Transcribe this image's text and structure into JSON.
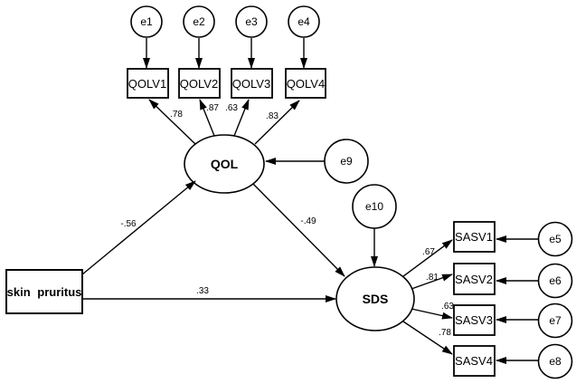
{
  "diagram": {
    "kind": "structural-equation-model-path-diagram",
    "colors": {
      "background": "#ffffff",
      "line": "#000000",
      "text": "#000000"
    },
    "nodes": {
      "e1": {
        "label": "e1",
        "shape": "circle",
        "role": "error"
      },
      "e2": {
        "label": "e2",
        "shape": "circle",
        "role": "error"
      },
      "e3": {
        "label": "e3",
        "shape": "circle",
        "role": "error"
      },
      "e4": {
        "label": "e4",
        "shape": "circle",
        "role": "error"
      },
      "e5": {
        "label": "e5",
        "shape": "circle",
        "role": "error"
      },
      "e6": {
        "label": "e6",
        "shape": "circle",
        "role": "error"
      },
      "e7": {
        "label": "e7",
        "shape": "circle",
        "role": "error"
      },
      "e8": {
        "label": "e8",
        "shape": "circle",
        "role": "error"
      },
      "e9": {
        "label": "e9",
        "shape": "circle",
        "role": "error"
      },
      "e10": {
        "label": "e10",
        "shape": "circle",
        "role": "error"
      },
      "qolv1": {
        "label": "QOLV1",
        "shape": "rect",
        "role": "indicator"
      },
      "qolv2": {
        "label": "QOLV2",
        "shape": "rect",
        "role": "indicator"
      },
      "qolv3": {
        "label": "QOLV3",
        "shape": "rect",
        "role": "indicator"
      },
      "qolv4": {
        "label": "QOLV4",
        "shape": "rect",
        "role": "indicator"
      },
      "sasv1": {
        "label": "SASV1",
        "shape": "rect",
        "role": "indicator"
      },
      "sasv2": {
        "label": "SASV2",
        "shape": "rect",
        "role": "indicator"
      },
      "sasv3": {
        "label": "SASV3",
        "shape": "rect",
        "role": "indicator"
      },
      "sasv4": {
        "label": "SASV4",
        "shape": "rect",
        "role": "indicator"
      },
      "qol": {
        "label": "QOL",
        "shape": "ellipse",
        "role": "latent"
      },
      "sds": {
        "label": "SDS",
        "shape": "ellipse",
        "role": "latent"
      },
      "skin_pruritus": {
        "label": "skin pruritus",
        "shape": "rect",
        "role": "observed-exogenous"
      }
    },
    "coefficients": {
      "qol_qolv1": ".78",
      "qol_qolv2": ".87",
      "qol_qolv3": ".63",
      "qol_qolv4": ".83",
      "pruritus_qol": "-.56",
      "pruritus_sds": ".33",
      "qol_sds": "-.49",
      "sds_sasv1": ".67",
      "sds_sasv2": ".81",
      "sds_sasv3": ".63",
      "sds_sasv4": ".78"
    },
    "edges": [
      {
        "from": "e1",
        "to": "QOLV1"
      },
      {
        "from": "e2",
        "to": "QOLV2"
      },
      {
        "from": "e3",
        "to": "QOLV3"
      },
      {
        "from": "e4",
        "to": "QOLV4"
      },
      {
        "from": "QOL",
        "to": "QOLV1",
        "coef": ".78"
      },
      {
        "from": "QOL",
        "to": "QOLV2",
        "coef": ".87"
      },
      {
        "from": "QOL",
        "to": "QOLV3",
        "coef": ".63"
      },
      {
        "from": "QOL",
        "to": "QOLV4",
        "coef": ".83"
      },
      {
        "from": "e9",
        "to": "QOL"
      },
      {
        "from": "e10",
        "to": "SDS"
      },
      {
        "from": "skin pruritus",
        "to": "QOL",
        "coef": "-.56"
      },
      {
        "from": "skin pruritus",
        "to": "SDS",
        "coef": ".33"
      },
      {
        "from": "QOL",
        "to": "SDS",
        "coef": "-.49"
      },
      {
        "from": "SDS",
        "to": "SASV1",
        "coef": ".67"
      },
      {
        "from": "SDS",
        "to": "SASV2",
        "coef": ".81"
      },
      {
        "from": "SDS",
        "to": "SASV3",
        "coef": ".63"
      },
      {
        "from": "SDS",
        "to": "SASV4",
        "coef": ".78"
      },
      {
        "from": "e5",
        "to": "SASV1"
      },
      {
        "from": "e6",
        "to": "SASV2"
      },
      {
        "from": "e7",
        "to": "SASV3"
      },
      {
        "from": "e8",
        "to": "SASV4"
      }
    ]
  }
}
